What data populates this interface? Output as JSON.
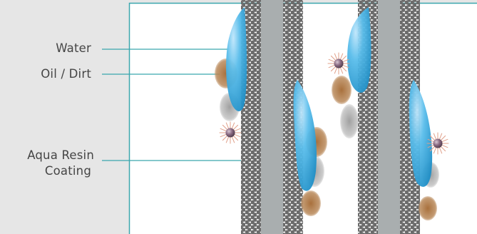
{
  "labels": {
    "water": "Water",
    "oil_dirt": "Oil / Dirt",
    "coating_line1": "Aqua Resin",
    "coating_line2": "Coating"
  },
  "colors": {
    "background": "#e6e6e6",
    "panel": "#ffffff",
    "panel_border": "#3aa6ad",
    "leader_line": "#3aa6ad",
    "fiber": "#a9aeaf",
    "resin_bead": "#6b6b6b",
    "water": "#4db4e6",
    "oil_dirt": "#b07a45",
    "smudge": "#9a9a9a",
    "particle": "#8d6f86",
    "label_text": "#454545"
  },
  "icons": [
    "water-droplet-icon",
    "oil-dirt-blob-icon",
    "dust-particle-icon"
  ]
}
